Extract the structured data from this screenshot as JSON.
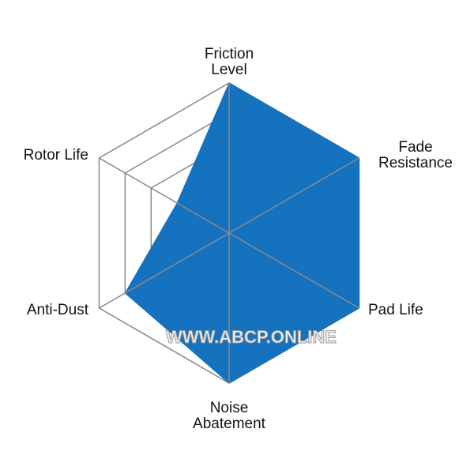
{
  "chart_data": {
    "type": "radar",
    "axes": [
      {
        "label_lines": [
          "Friction",
          "Level"
        ],
        "value": 5
      },
      {
        "label_lines": [
          "Fade",
          "Resistance"
        ],
        "value": 5
      },
      {
        "label_lines": [
          "Pad Life"
        ],
        "value": 5
      },
      {
        "label_lines": [
          "Noise",
          "Abatement"
        ],
        "value": 5
      },
      {
        "label_lines": [
          "Anti-Dust"
        ],
        "value": 4
      },
      {
        "label_lines": [
          "Rotor Life"
        ],
        "value": 2
      }
    ],
    "scale": {
      "min": 0,
      "max": 5,
      "rings": 5
    },
    "fill_color": "#1472bf",
    "ring_color": "#888888"
  },
  "watermark": "WWW.ABCP.ONLINE"
}
